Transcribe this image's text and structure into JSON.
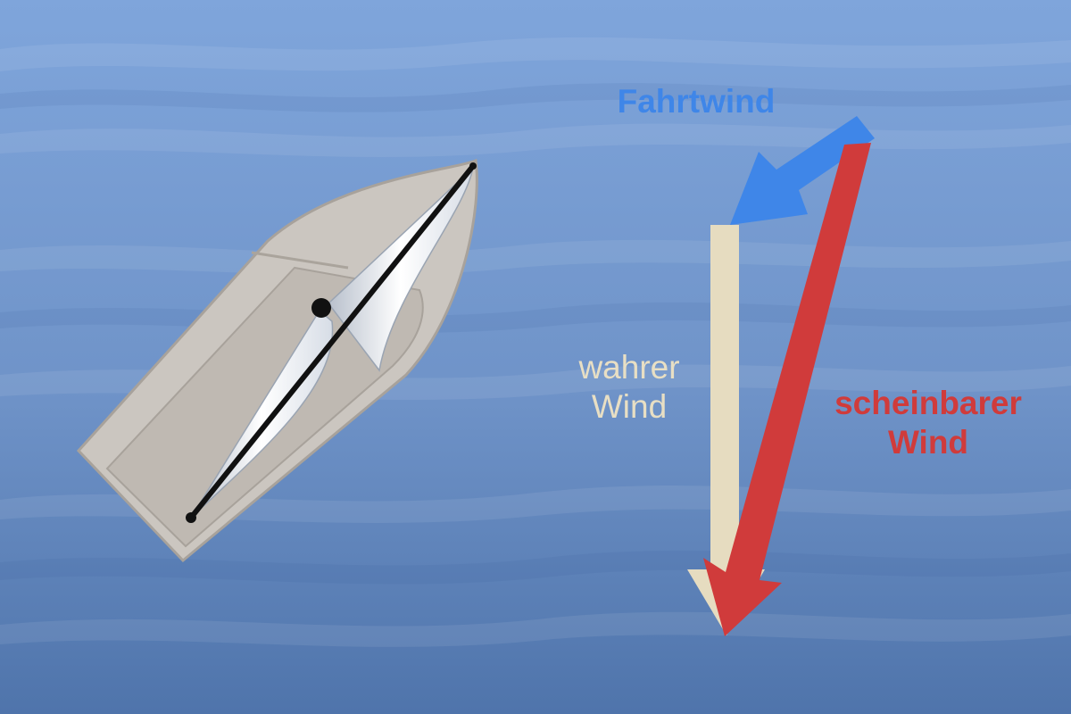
{
  "labels": {
    "apparent_wind_from_motion": "Fahrtwind",
    "true_wind": [
      "wahrer",
      "Wind"
    ],
    "apparent_wind": [
      "scheinbarer",
      "Wind"
    ]
  },
  "colors": {
    "water": "#6f93c8",
    "boat_hull": "#cbc6c0",
    "sail": "#eef2f6",
    "boom": "#111111",
    "fahrtwind_arrow": "#3f86e8",
    "true_wind_arrow": "#e6dcc0",
    "apparent_wind_arrow": "#d03b3b"
  }
}
